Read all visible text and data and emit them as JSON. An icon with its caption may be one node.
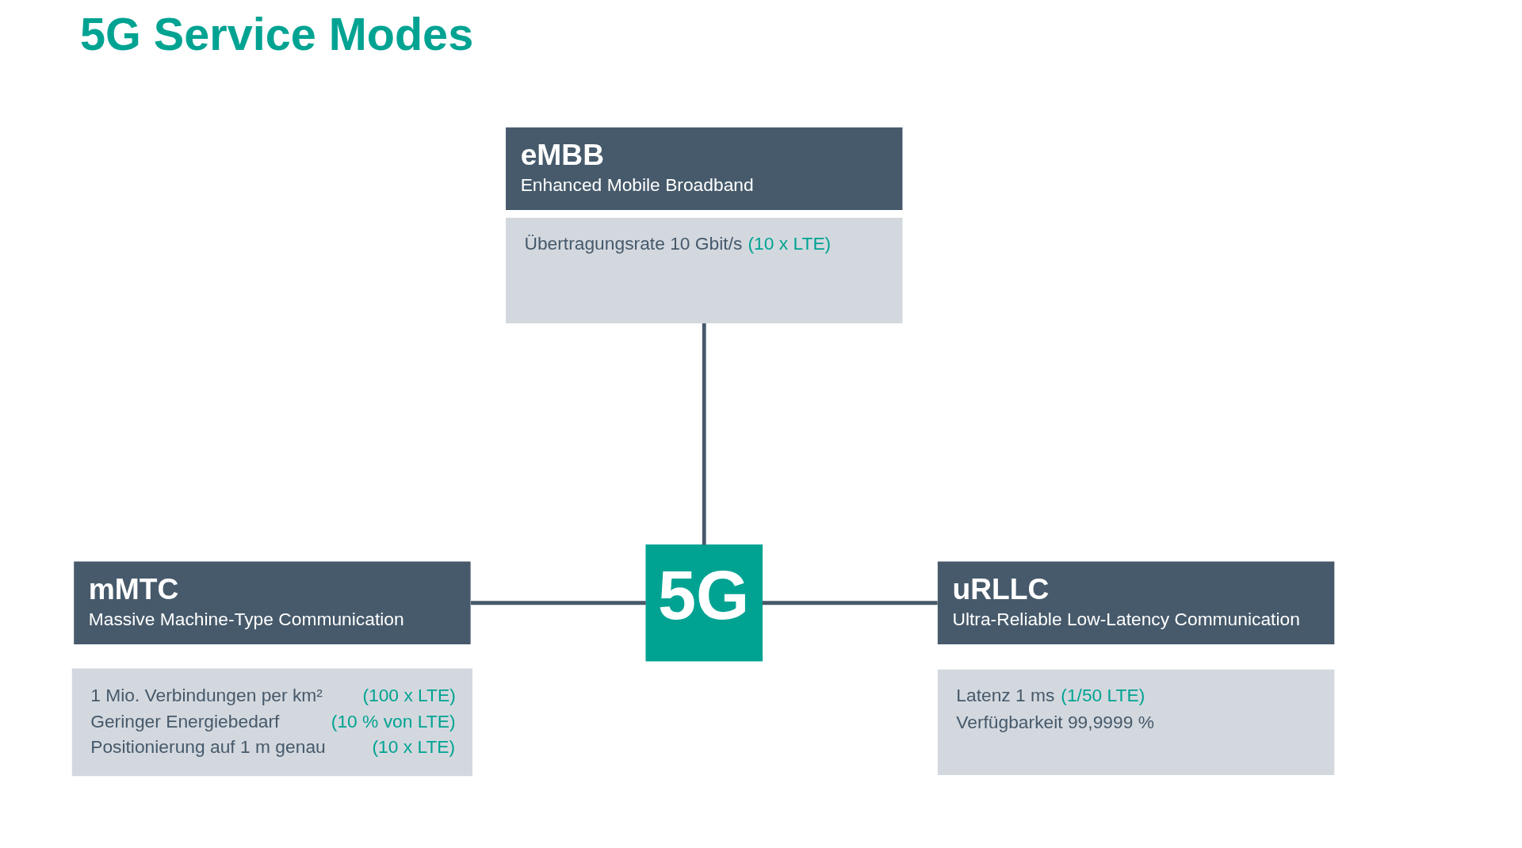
{
  "diagram": {
    "title": "5G Service Modes",
    "nodes": [
      {
        "text": [
          "eMBB",
          "Enhanced Mobile Broadband"
        ]
      },
      {
        "text": [
          "Übertragungsrate 10 Gbit/s",
          "(10 x LTE)"
        ]
      },
      {
        "text": [
          "mMTC",
          "Massive Machine-Type Communication"
        ]
      },
      {
        "text": [
          "1 Mio. Verbindungen per km²",
          "(100 x LTE)",
          "Geringer Energiebedarf",
          "(10 % von LTE)",
          "Positionierung auf 1 m genau",
          "(10 x LTE)"
        ]
      },
      {
        "text": [
          "5G"
        ]
      },
      {
        "text": [
          "uRLLC",
          "Ultra-Reliable Low-Latency Communication"
        ]
      },
      {
        "text": [
          "Latenz 1 ms",
          "(1/50 LTE)",
          "Verfügbarkeit 99,9999 %"
        ]
      }
    ],
    "edges": [
      {
        "from": 1,
        "to": 4,
        "arrow": "none"
      },
      {
        "from": 2,
        "to": 4,
        "arrow": "none"
      },
      {
        "from": 4,
        "to": 5,
        "arrow": "none"
      }
    ]
  }
}
